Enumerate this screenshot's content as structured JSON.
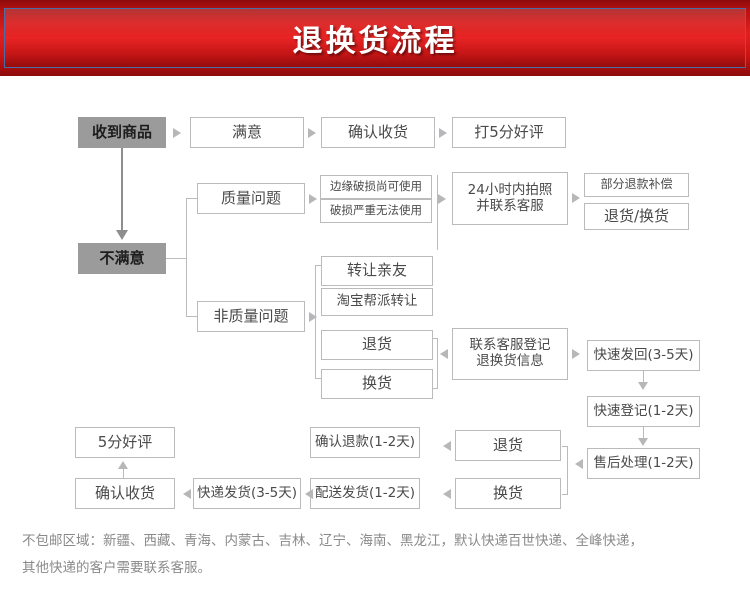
{
  "banner": {
    "title": "退换货流程",
    "bg_color": "#d81b1b",
    "border_color": "#4a6fa8",
    "title_color": "#ffffff"
  },
  "flow": {
    "colors": {
      "node_border": "#b9bbbd",
      "node_fill": "#ffffff",
      "node_text": "#4a4a4a",
      "highlight_fill": "#9b9b9b",
      "connector": "#b9bbbd"
    },
    "nodes": {
      "received": "收到商品",
      "satisfied": "满意",
      "confirm_receipt": "确认收货",
      "five_star": "打5分好评",
      "unsatisfied": "不满意",
      "quality_issue": "质量问题",
      "edge_damage_usable": "边缘破损尚可使用",
      "damage_severe_unusable": "破损严重无法使用",
      "photo_24h_contact": "24小时内拍照\n并联系客服",
      "partial_refund": "部分退款补偿",
      "return_or_exchange": "退货/换货",
      "non_quality_issue": "非质量问题",
      "transfer_friends": "转让亲友",
      "taobao_group_transfer": "淘宝帮派转让",
      "return_goods": "退货",
      "exchange_goods": "换货",
      "contact_service_register": "联系客服登记\n退换货信息",
      "fast_send_back": "快速发回(3-5天)",
      "fast_register": "快速登记(1-2天)",
      "after_sales_process": "售后处理(1-2天)",
      "return_goods_2": "退货",
      "exchange_goods_2": "换货",
      "confirm_refund": "确认退款(1-2天)",
      "delivery_ship": "配送发货(1-2天)",
      "express_ship": "快递发货(3-5天)",
      "confirm_receipt_2": "确认收货",
      "five_star_2": "5分好评"
    }
  },
  "footer": {
    "line1": "不包邮区域：新疆、西藏、青海、内蒙古、吉林、辽宁、海南、黑龙江，默认快递百世快递、全峰快递，",
    "line2": "其他快递的客户需要联系客服。"
  }
}
